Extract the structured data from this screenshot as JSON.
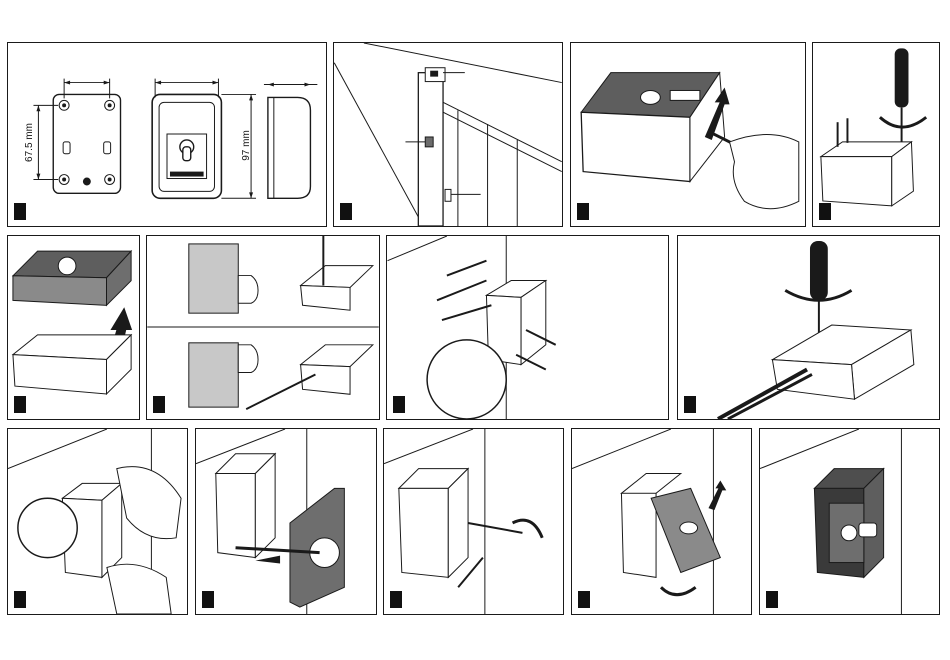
{
  "panels": [
    {
      "id": 1,
      "step_label": "",
      "dimensions": {
        "height_holes": "67.5 mm",
        "height_total": "97 mm"
      }
    },
    {
      "id": 2,
      "step_label": ""
    },
    {
      "id": 3,
      "step_label": ""
    },
    {
      "id": 4,
      "step_label": ""
    },
    {
      "id": 5,
      "step_label": ""
    },
    {
      "id": 6,
      "step_label": ""
    },
    {
      "id": 7,
      "step_label": ""
    },
    {
      "id": 8,
      "step_label": ""
    },
    {
      "id": 9,
      "step_label": ""
    },
    {
      "id": 10,
      "step_label": ""
    },
    {
      "id": 11,
      "step_label": ""
    },
    {
      "id": 12,
      "step_label": ""
    },
    {
      "id": 13,
      "step_label": ""
    }
  ],
  "colors": {
    "line": "#1a1a1a",
    "shade": "#6b6b6b",
    "light": "#c8c8c8",
    "face": "#9a9a9a"
  }
}
